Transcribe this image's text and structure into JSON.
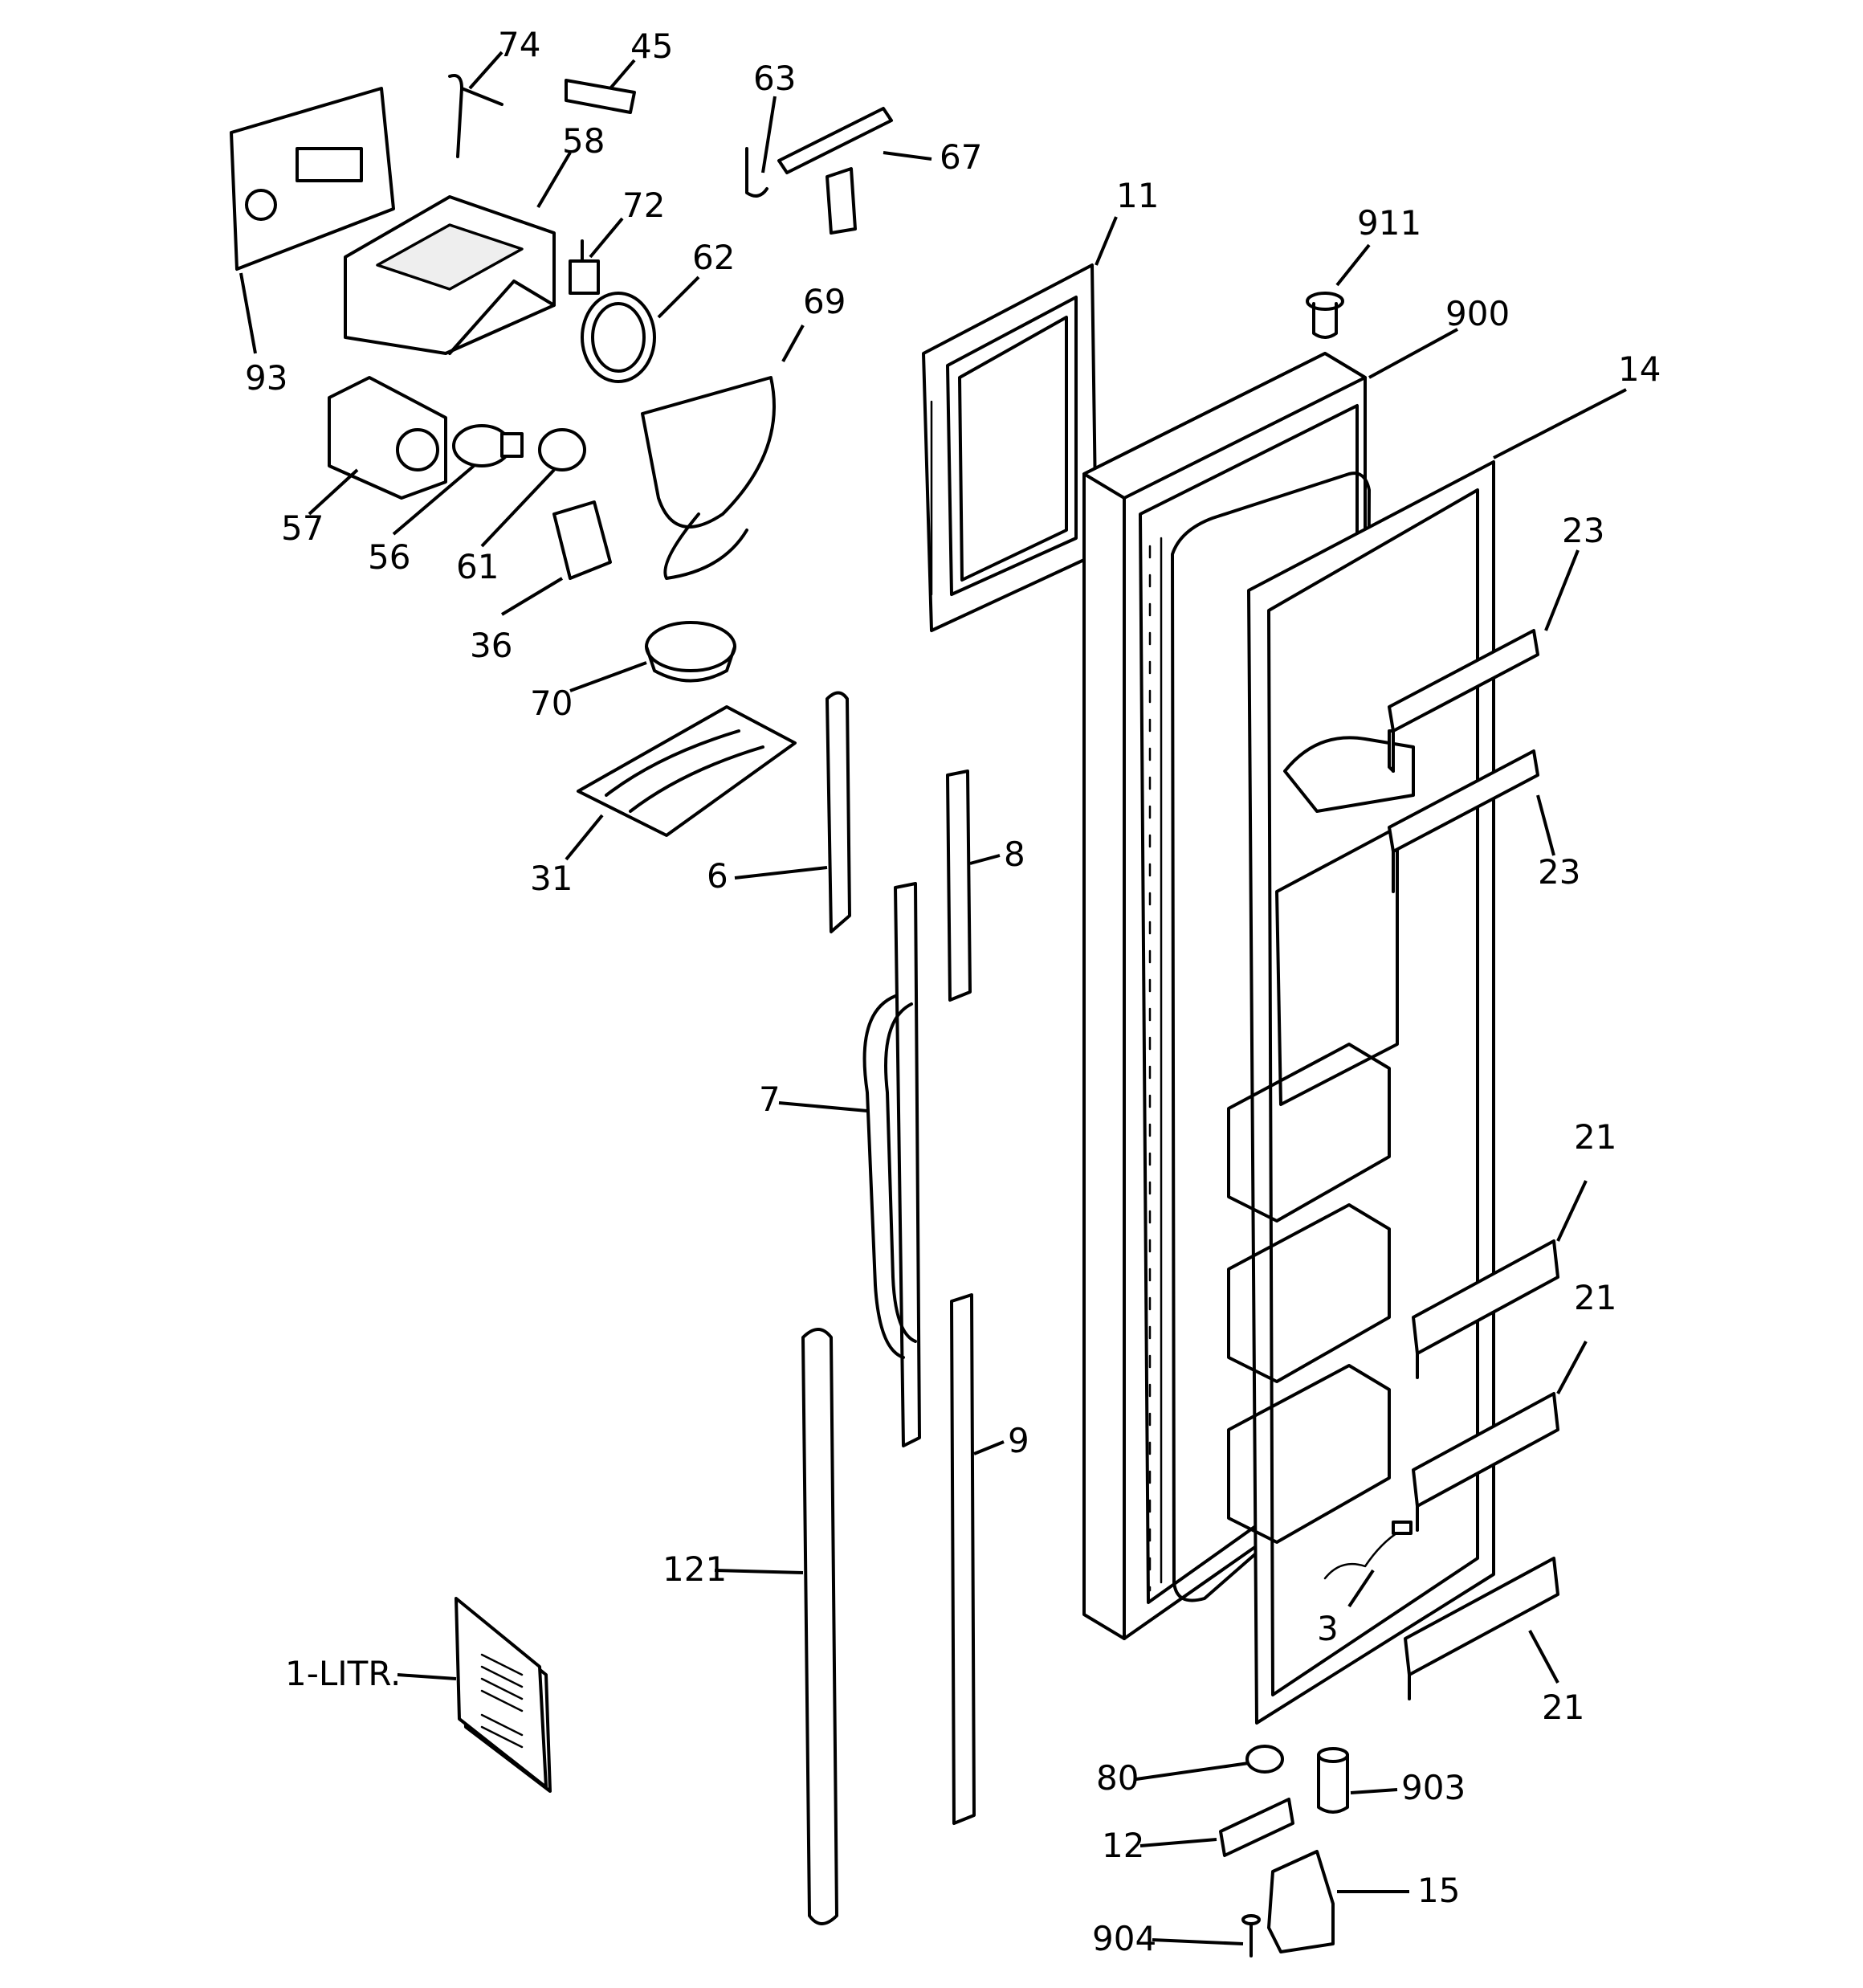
{
  "labels": {
    "p74": "74",
    "p45": "45",
    "p63": "63",
    "p67": "67",
    "p58": "58",
    "p72": "72",
    "p62": "62",
    "p69": "69",
    "p93": "93",
    "p11": "11",
    "p911": "911",
    "p900": "900",
    "p14": "14",
    "p57": "57",
    "p56": "56",
    "p61": "61",
    "p36": "36",
    "p70": "70",
    "p23a": "23",
    "p23b": "23",
    "p31": "31",
    "p6": "6",
    "p8": "8",
    "p7": "7",
    "p21a": "21",
    "p21b": "21",
    "p9": "9",
    "p121": "121",
    "p3": "3",
    "p21c": "21",
    "p1litr": "1-LITR.",
    "p80": "80",
    "p903": "903",
    "p12": "12",
    "p15": "15",
    "p904": "904"
  }
}
